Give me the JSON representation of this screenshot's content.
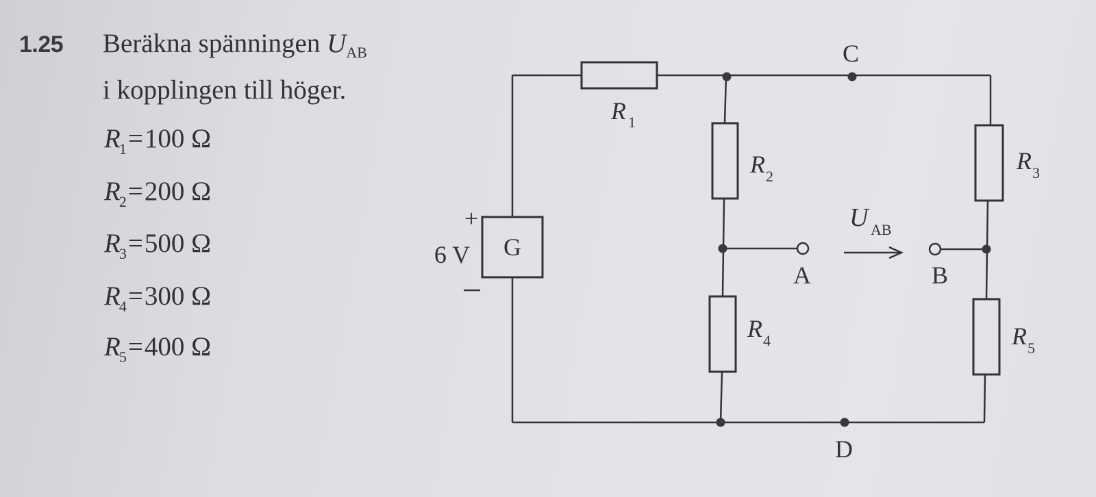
{
  "problem": {
    "number": "1.25",
    "line1_prefix": "Beräkna spänningen ",
    "line1_symbol": "U",
    "line1_subscript": "AB",
    "line2": "i kopplingen till höger."
  },
  "given_values": [
    {
      "symbol": "R",
      "index": "1",
      "equals": "=",
      "value": "100",
      "unit": "Ω"
    },
    {
      "symbol": "R",
      "index": "2",
      "equals": "=",
      "value": "200",
      "unit": "Ω"
    },
    {
      "symbol": "R",
      "index": "3",
      "equals": "=",
      "value": "500",
      "unit": "Ω"
    },
    {
      "symbol": "R",
      "index": "4",
      "equals": "=",
      "value": "300",
      "unit": "Ω"
    },
    {
      "symbol": "R",
      "index": "5",
      "equals": "=",
      "value": "400",
      "unit": "Ω"
    }
  ],
  "circuit": {
    "source": {
      "label": "G",
      "voltage": "6 V",
      "plus": "+",
      "minus": "−"
    },
    "resistors": [
      {
        "symbol": "R",
        "index": "1"
      },
      {
        "symbol": "R",
        "index": "2"
      },
      {
        "symbol": "R",
        "index": "3"
      },
      {
        "symbol": "R",
        "index": "4"
      },
      {
        "symbol": "R",
        "index": "5"
      }
    ],
    "nodes": {
      "C": "C",
      "D": "D",
      "A": "A",
      "B": "B"
    },
    "voltage_arrow": {
      "symbol": "U",
      "subscript": "AB"
    }
  },
  "colors": {
    "ink": "#333336",
    "paper": "#e2e3e7"
  }
}
